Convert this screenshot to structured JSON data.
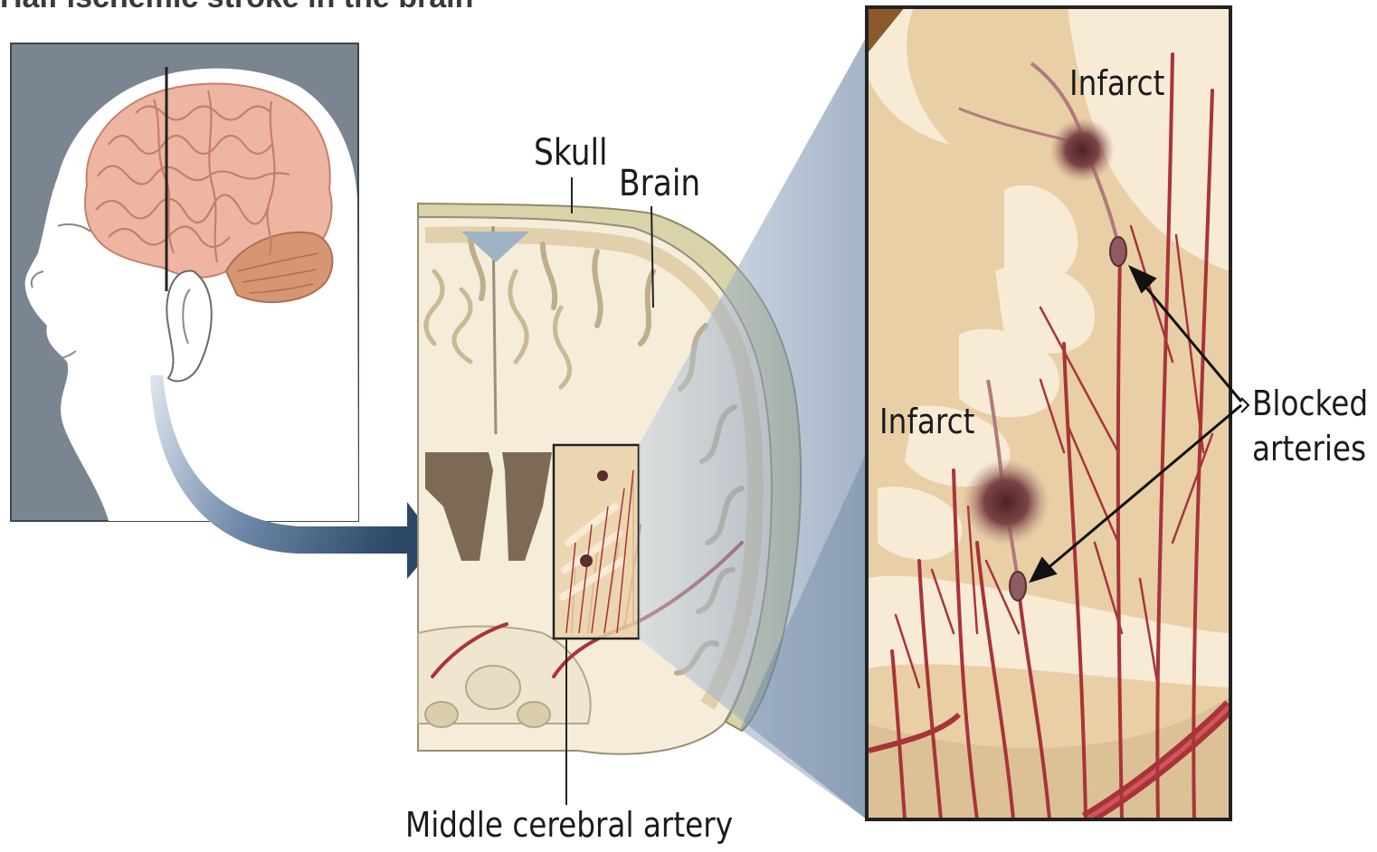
{
  "title": "Half ischemic stroke in the brain",
  "labels": {
    "skull": "Skull",
    "brain": "Brain",
    "middle_cerebral_artery": "Middle cerebral artery",
    "infarct_top": "Infarct",
    "infarct_left": "Infarct",
    "blocked_arteries_line1": "Blocked",
    "blocked_arteries_line2": "arteries"
  },
  "colors": {
    "panel_bg": "#7a8591",
    "face": "#ffffff",
    "brain_tissue": "#eeb5a3",
    "brain_folds": "#c67f68",
    "cerebellum": "#d69672",
    "white_matter": "#f5ecda",
    "grey_matter": "#e2d0ad",
    "skull": "#d9d3aa",
    "ventricle": "#7d6a55",
    "artery": "#a8343a",
    "infarct": "#5d2d2e",
    "zoom_bg": "#e9cfa6",
    "zoom_light": "#f7ebd6",
    "arrow_blue": "#2d4866"
  }
}
